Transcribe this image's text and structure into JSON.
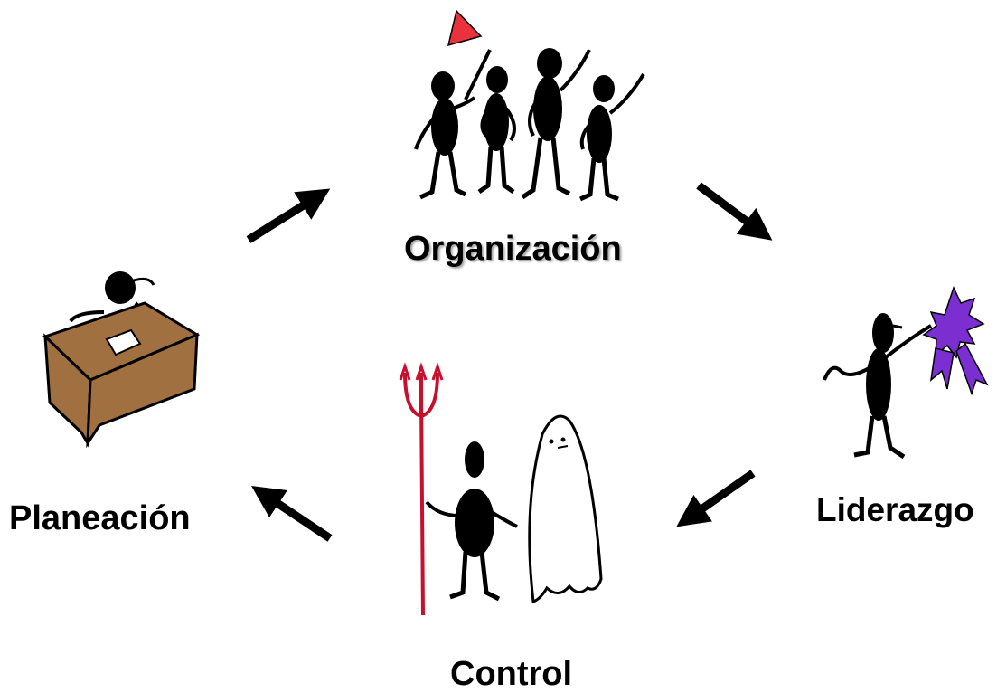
{
  "diagram": {
    "nodes": [
      {
        "id": "organizacion",
        "label": "Organización",
        "icon": "group-of-people-with-flag-icon"
      },
      {
        "id": "liderazgo",
        "label": "Liderazgo",
        "icon": "leader-with-award-ribbon-icon"
      },
      {
        "id": "control",
        "label": "Control",
        "icon": "devil-and-ghost-icon"
      },
      {
        "id": "planeacion",
        "label": "Planeación",
        "icon": "person-at-desk-icon"
      }
    ],
    "edges": [
      {
        "from": "planeacion",
        "to": "organizacion"
      },
      {
        "from": "organizacion",
        "to": "liderazgo"
      },
      {
        "from": "liderazgo",
        "to": "control"
      },
      {
        "from": "control",
        "to": "planeacion"
      }
    ]
  },
  "colors": {
    "flag": "#e8323c",
    "desk": "#a07040",
    "award": "#7b2fd0",
    "trident": "#c8102e"
  }
}
